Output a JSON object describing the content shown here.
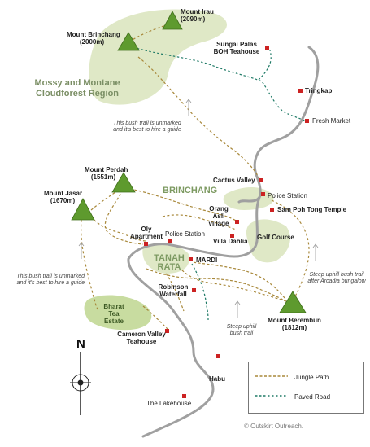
{
  "map": {
    "region_label": "Mossy and Montane Cloudforest Region",
    "towns": {
      "brinchang": "BRINCHANG",
      "tanah_rata": "TANAH RATA"
    },
    "peaks": [
      {
        "name": "Mount Irau",
        "elevation": "(2090m)"
      },
      {
        "name": "Mount Brinchang",
        "elevation": "(2000m)"
      },
      {
        "name": "Mount Perdah",
        "elevation": "(1551m)"
      },
      {
        "name": "Mount Jasar",
        "elevation": "(1670m)"
      },
      {
        "name": "Mount Berembun",
        "elevation": "(1812m)"
      }
    ],
    "places": {
      "sungai_palas": "Sungai Palas BOH Teahouse",
      "tringkap": "Tringkap",
      "fresh_market": "Fresh Market",
      "cactus_valley": "Cactus Valley",
      "police_station_brinchang": "Police Station",
      "sam_poh": "Sam Poh Tong Temple",
      "orang_asli": "Orang Asli village",
      "villa_dahlia": "Villa Dahlia",
      "golf_course": "Golf Course",
      "oly_apartment": "Oly Apartment",
      "police_station_tanah_rata": "Police Station",
      "mardi": "MARDI",
      "robinson": "Robinson Waterfall",
      "bharat": "Bharat Tea Estate",
      "cameron_valley": "Cameron Valley Teahouse",
      "habu": "Habu",
      "lakehouse": "The Lakehouse"
    },
    "notes": {
      "bush_trail_1": "This bush trail is unmarked and it's best to hire a guide",
      "bush_trail_2": "This bush trail is unmarked and it's best to hire a guide",
      "steep_arcadia": "Steep uphill bush trail after Arcadia bungalow",
      "steep_uphill": "Steep uphill bush trail"
    },
    "compass": "N",
    "legend": {
      "jungle_path": "Jungle Path",
      "paved_road": "Paved Road"
    },
    "credit": "© Outskirt Outreach.",
    "colors": {
      "jungle_path": "#a8883a",
      "paved_road": "#1f7a66",
      "main_road": "#a0a0a0",
      "forest": "#dfe8c6",
      "peak": "#5e9a2e",
      "marker": "#cc2222"
    }
  }
}
